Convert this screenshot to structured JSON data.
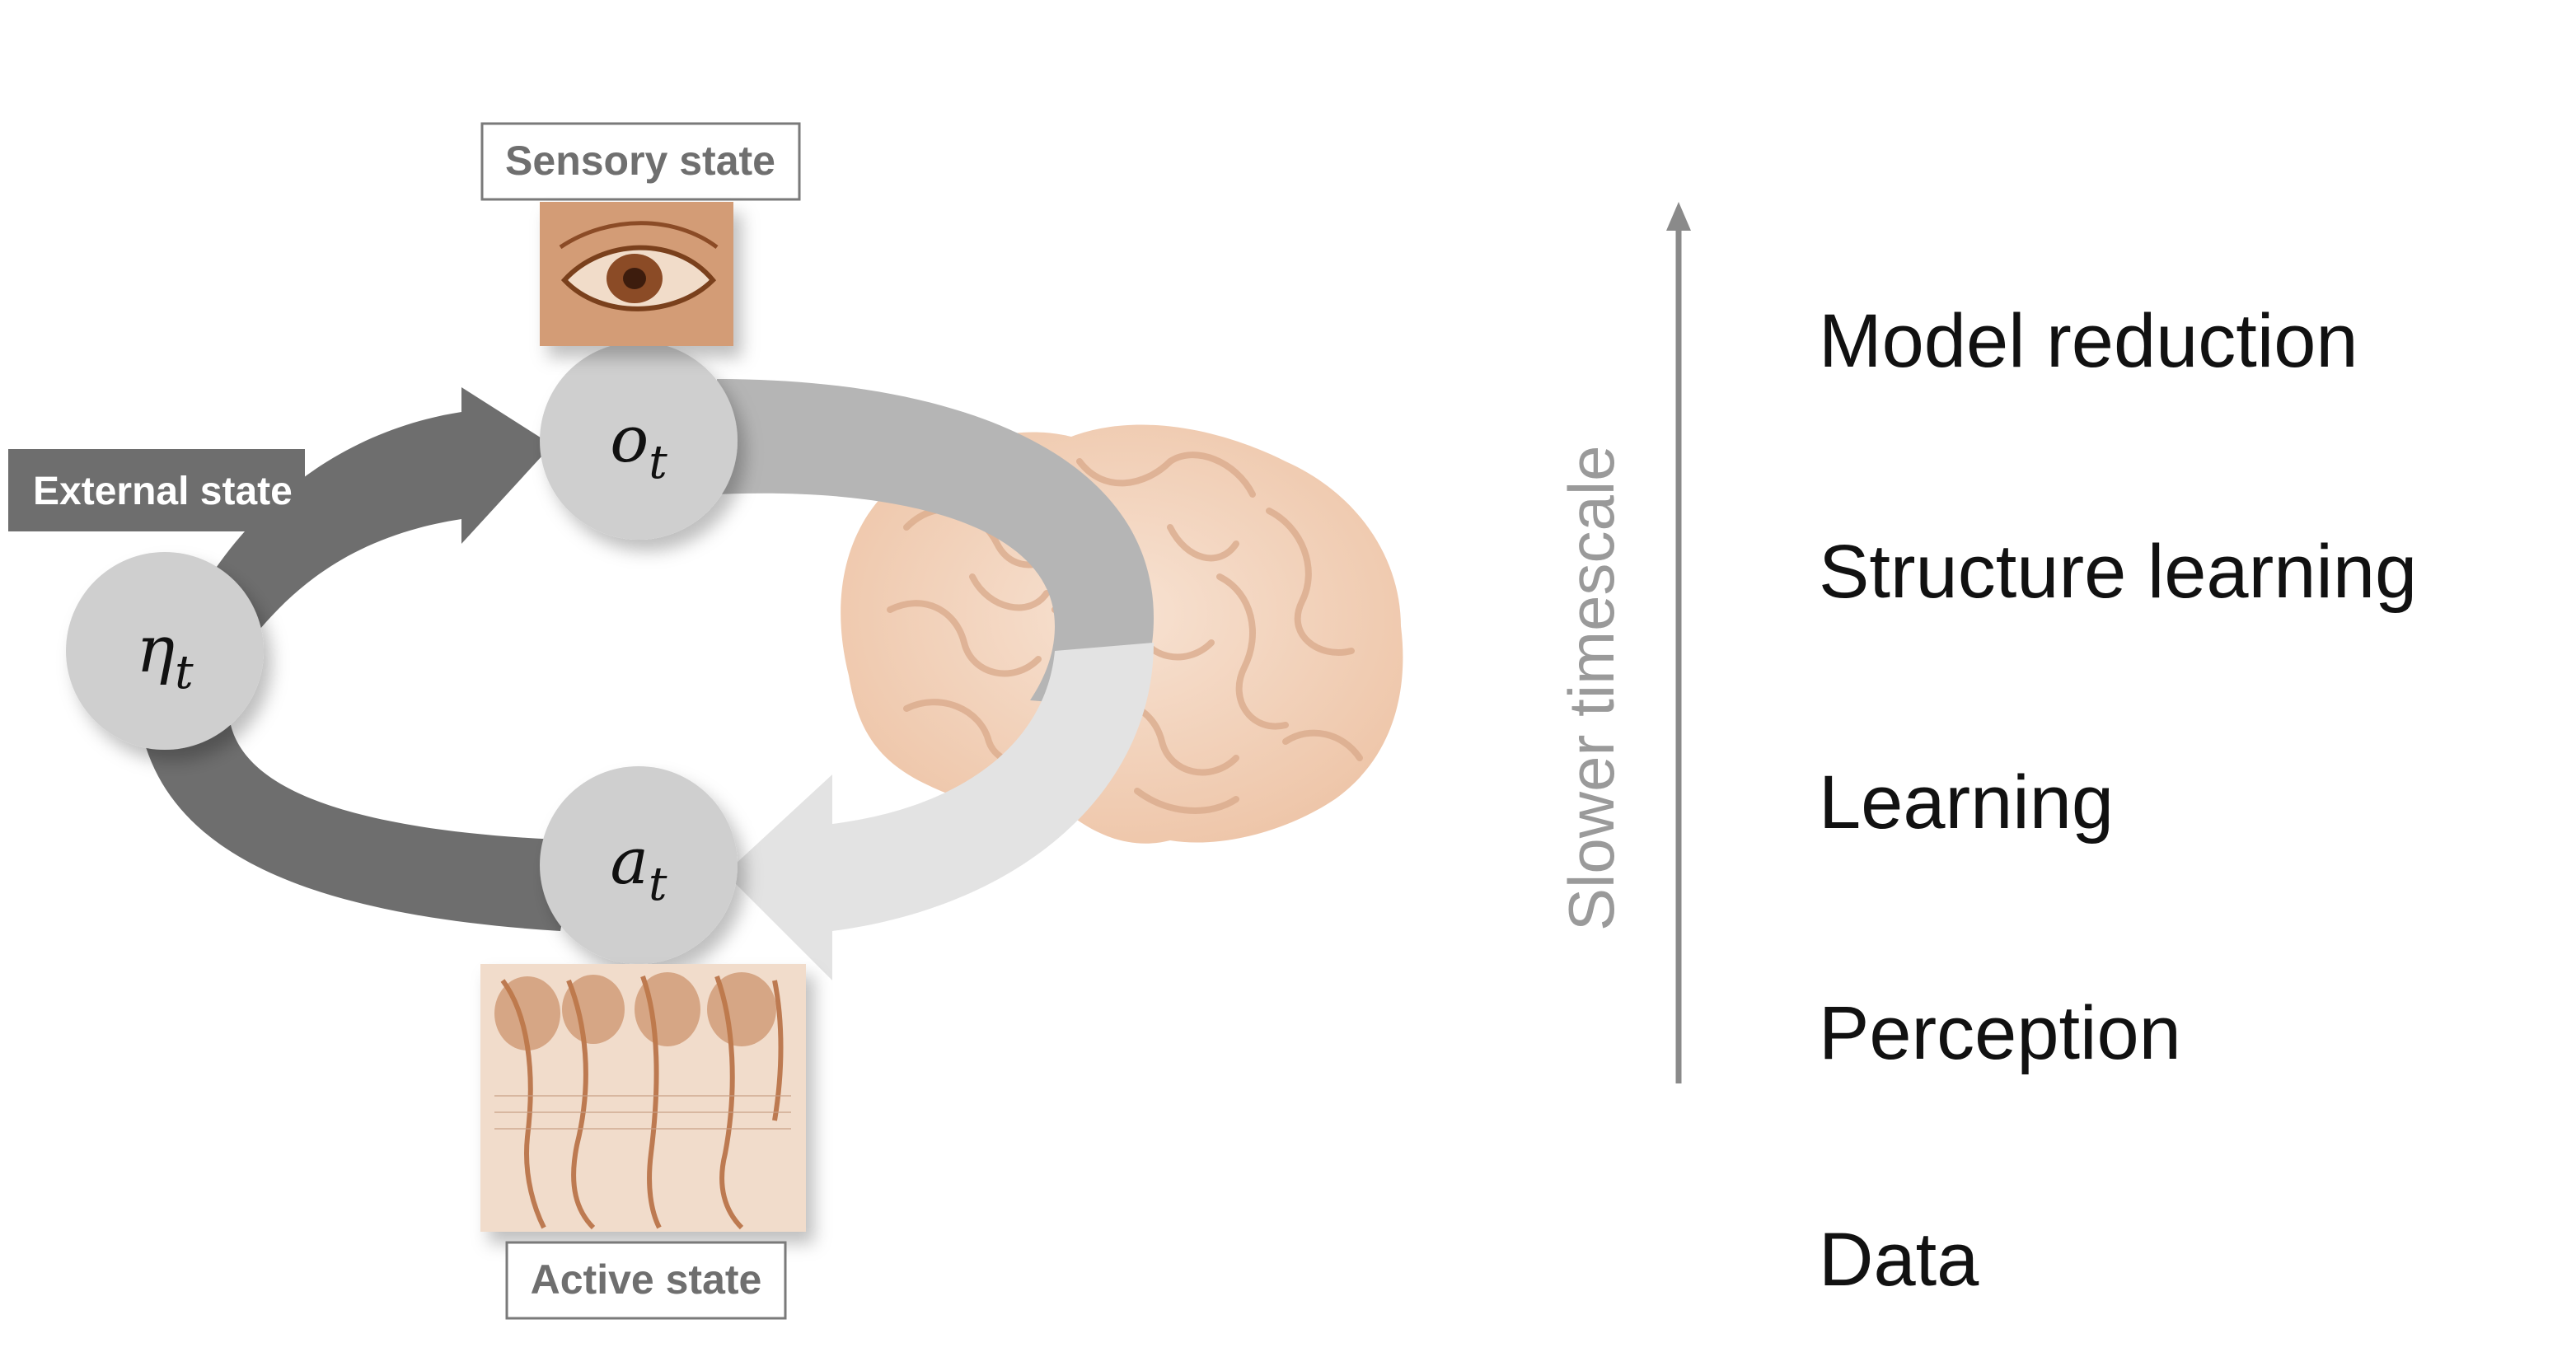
{
  "diagram": {
    "sensory_label": "Sensory state",
    "active_label": "Active state",
    "external_label": "External state",
    "nodes": {
      "observation": {
        "base": "o",
        "sub": "t"
      },
      "external": {
        "base": "η",
        "sub": "t"
      },
      "action": {
        "base": "a",
        "sub": "t"
      }
    }
  },
  "timescale": {
    "axis_label": "Slower timescale",
    "levels": [
      "Model reduction",
      "Structure learning",
      "Learning",
      "Perception",
      "Data"
    ]
  },
  "colors": {
    "dark_arrow": "#6e6e6e",
    "mid_arrow": "#b5b5b5",
    "light_arrow": "#e3e3e3",
    "node_fill": "#cfcfcf",
    "brain": "#f2d4bf",
    "sepia": "#c98a5c",
    "axis": "#8a8a8a",
    "axis_label": "#9a9a9a"
  }
}
